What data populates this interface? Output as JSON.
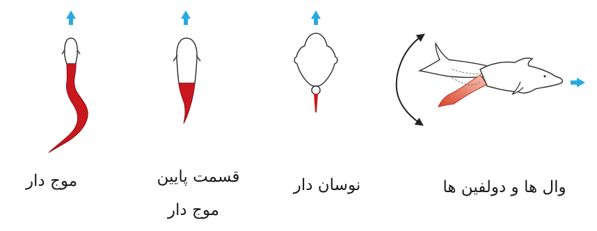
{
  "panels": [
    {
      "id": "undulatory",
      "label": "موج دار"
    },
    {
      "id": "subcarangiform",
      "label_line1": "قسمت پایین",
      "label_line2": "موج دار"
    },
    {
      "id": "oscillatory",
      "label": "نوسان دار"
    },
    {
      "id": "whales",
      "label": "وال ها و دولفین ها"
    }
  ],
  "colors": {
    "arrow": "#29a9e1",
    "body_red": "#c9171e",
    "fluke_gradient_start": "#f3b09a",
    "fluke_gradient_end": "#d9412b",
    "outline": "#333333"
  }
}
